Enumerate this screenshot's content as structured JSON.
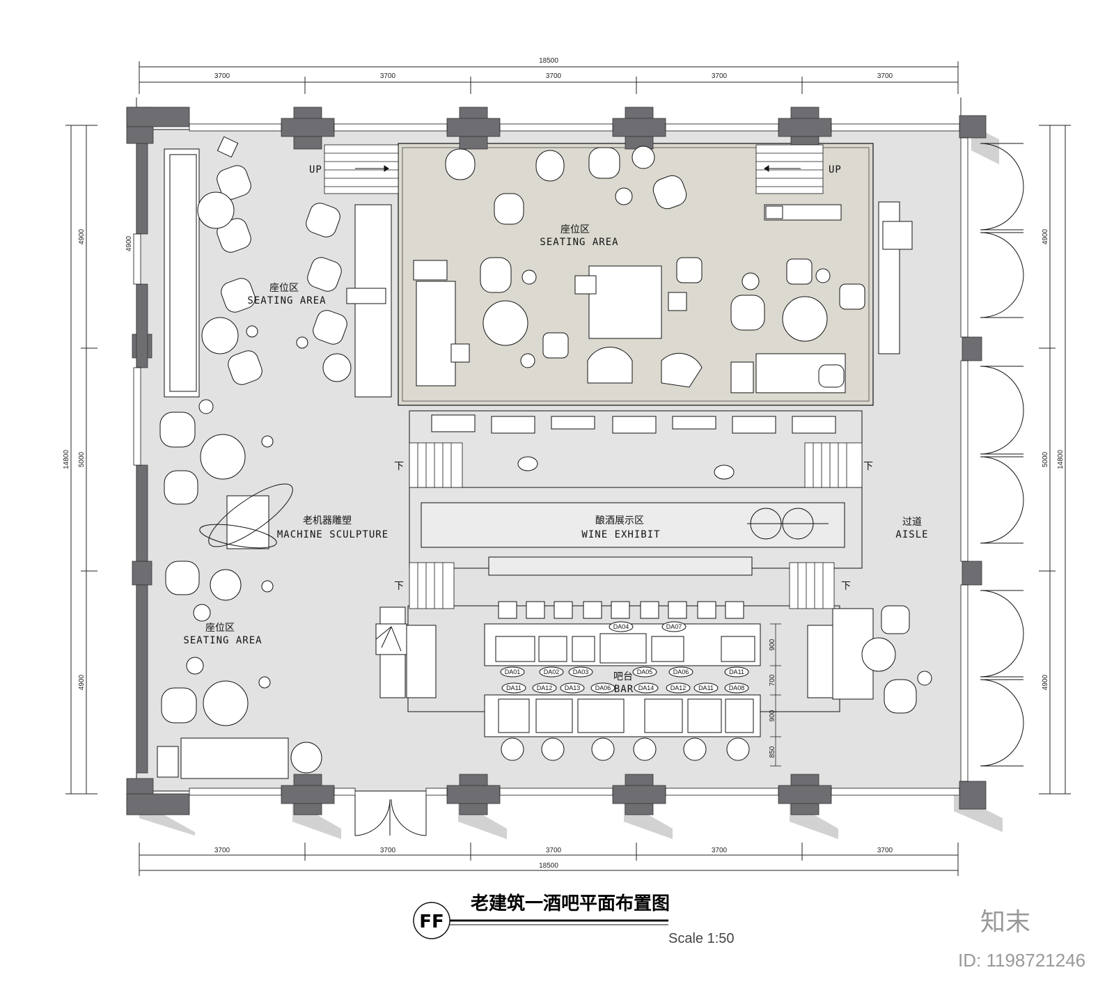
{
  "drawing": {
    "title": "老建筑一酒吧平面布置图",
    "badge": "FF",
    "scale": "Scale 1:50"
  },
  "dimensions": {
    "overall": "18500",
    "bay": "3700",
    "side_total": "14800",
    "side_a": "4900",
    "side_b": "5000",
    "side_c": "4900",
    "bar_900": "900",
    "bar_700": "700",
    "bar_850": "850"
  },
  "zones": {
    "seating_top_left_cn": "座位区",
    "seating_top_left_en": "SEATING AREA",
    "seating_center_cn": "座位区",
    "seating_center_en": "SEATING AREA",
    "seating_bottom_left_cn": "座位区",
    "seating_bottom_left_en": "SEATING AREA",
    "sculpture_cn": "老机器雕塑",
    "sculpture_en": "MACHINE SCULPTURE",
    "wine_cn": "酿酒展示区",
    "wine_en": "WINE EXHIBIT",
    "aisle_cn": "过道",
    "aisle_en": "AISLE",
    "bar_cn": "吧台",
    "bar_en": "BAR"
  },
  "stairs": {
    "up": "UP",
    "down": "下"
  },
  "equipment_tags": {
    "top_upper": [
      "DA04",
      "DA07"
    ],
    "top_lower": [
      "DA01",
      "DA02",
      "DA03",
      "DA05",
      "DA06",
      "DA11"
    ],
    "bottom_upper": [
      "DA11",
      "DA12",
      "DA13",
      "DA06",
      "DA14",
      "DA12",
      "DA11",
      "DA08"
    ]
  },
  "watermark": {
    "logo": "知末",
    "id": "ID: 1198721246"
  },
  "colors": {
    "wall": "#6e6e72",
    "floor": "#e2e2e2",
    "center_floor": "#dcd9d0",
    "shadow": "#cfcfcf",
    "line": "#111111"
  }
}
